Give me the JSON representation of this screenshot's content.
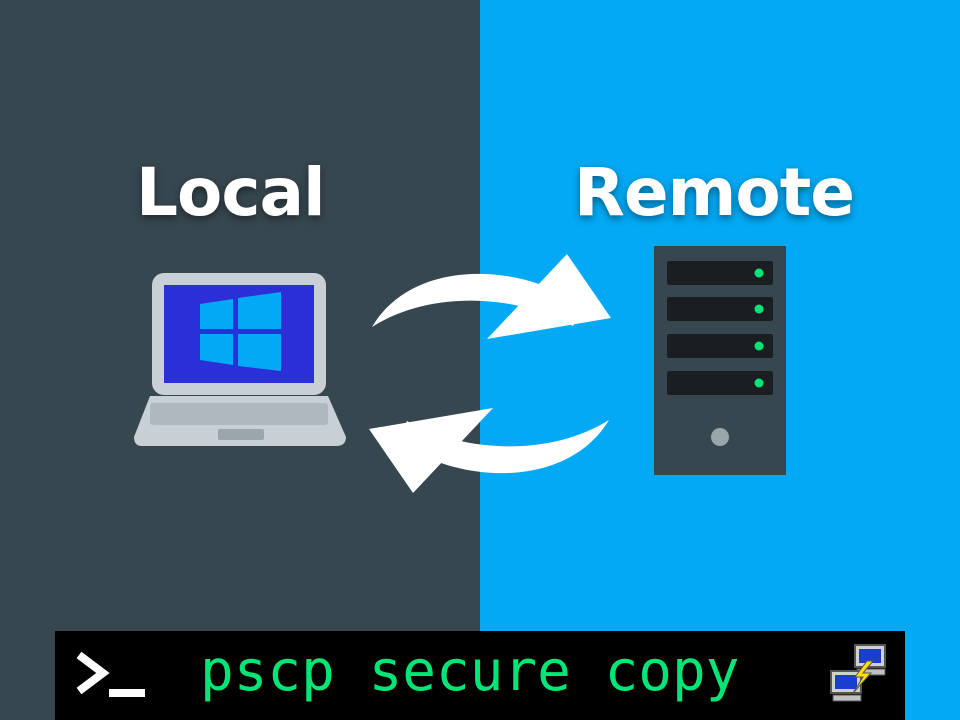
{
  "local": {
    "title": "Local",
    "icon": "laptop-windows-icon"
  },
  "remote": {
    "title": "Remote",
    "icon": "server-tower-icon"
  },
  "arrows": {
    "top": "arrow-to-remote-icon",
    "bottom": "arrow-to-local-icon"
  },
  "terminal_bar": {
    "command": "pscp secure copy",
    "prompt_icon": "terminal-prompt-icon",
    "app_icon": "putty-icon"
  },
  "colors": {
    "local_bg": "#37474f",
    "remote_bg": "#03a9f4",
    "bar_bg": "#000000",
    "command_text": "#00e676",
    "server_led": "#00e676",
    "windows_logo": "#03a9f4",
    "laptop_screen": "#2b2fd8"
  }
}
